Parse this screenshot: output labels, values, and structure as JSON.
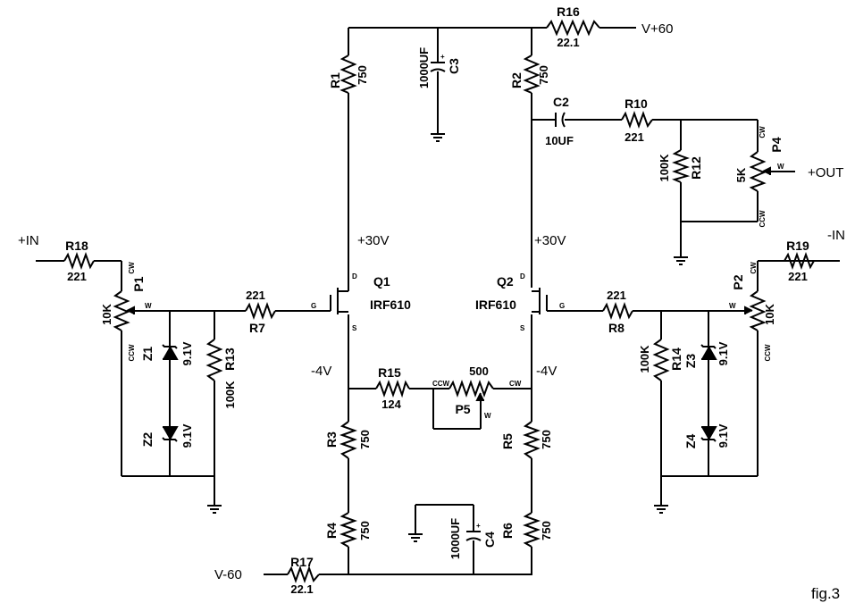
{
  "supply": {
    "pos": "V+60",
    "neg": "V-60"
  },
  "io": {
    "in_pos": "+IN",
    "in_neg": "-IN",
    "out": "+OUT"
  },
  "figure": "fig.3",
  "bias": {
    "q1_drain": "+30V",
    "q2_drain": "+30V",
    "q1_source": "-4V",
    "q2_source": "-4V"
  },
  "transistors": {
    "q1": {
      "ref": "Q1",
      "part": "IRF610"
    },
    "q2": {
      "ref": "Q2",
      "part": "IRF610"
    },
    "pins": {
      "d": "D",
      "g": "G",
      "s": "S"
    }
  },
  "resistors": {
    "r1": {
      "ref": "R1",
      "value": "750"
    },
    "r2": {
      "ref": "R2",
      "value": "750"
    },
    "r3": {
      "ref": "R3",
      "value": "750"
    },
    "r4": {
      "ref": "R4",
      "value": "750"
    },
    "r5": {
      "ref": "R5",
      "value": "750"
    },
    "r6": {
      "ref": "R6",
      "value": "750"
    },
    "r7": {
      "ref": "R7",
      "value": "221"
    },
    "r8": {
      "ref": "R8",
      "value": "221"
    },
    "r10": {
      "ref": "R10",
      "value": "221"
    },
    "r12": {
      "ref": "R12",
      "value": "100K"
    },
    "r13": {
      "ref": "R13",
      "value": "100K"
    },
    "r14": {
      "ref": "R14",
      "value": "100K"
    },
    "r15": {
      "ref": "R15",
      "value": "124"
    },
    "r16": {
      "ref": "R16",
      "value": "22.1"
    },
    "r17": {
      "ref": "R17",
      "value": "22.1"
    },
    "r18": {
      "ref": "R18",
      "value": "221"
    },
    "r19": {
      "ref": "R19",
      "value": "221"
    }
  },
  "capacitors": {
    "c2": {
      "ref": "C2",
      "value": "10UF"
    },
    "c3": {
      "ref": "C3",
      "value": "1000UF"
    },
    "c4": {
      "ref": "C4",
      "value": "1000UF"
    }
  },
  "pots": {
    "p1": {
      "ref": "P1",
      "value": "10K"
    },
    "p2": {
      "ref": "P2",
      "value": "10K"
    },
    "p4": {
      "ref": "P4",
      "value": "5K"
    },
    "p5": {
      "ref": "P5",
      "value": "500"
    },
    "pins": {
      "cw": "CW",
      "ccw": "CCW",
      "w": "W"
    }
  },
  "zeners": {
    "z1": {
      "ref": "Z1",
      "value": "9.1V"
    },
    "z2": {
      "ref": "Z2",
      "value": "9.1V"
    },
    "z3": {
      "ref": "Z3",
      "value": "9.1V"
    },
    "z4": {
      "ref": "Z4",
      "value": "9.1V"
    }
  }
}
